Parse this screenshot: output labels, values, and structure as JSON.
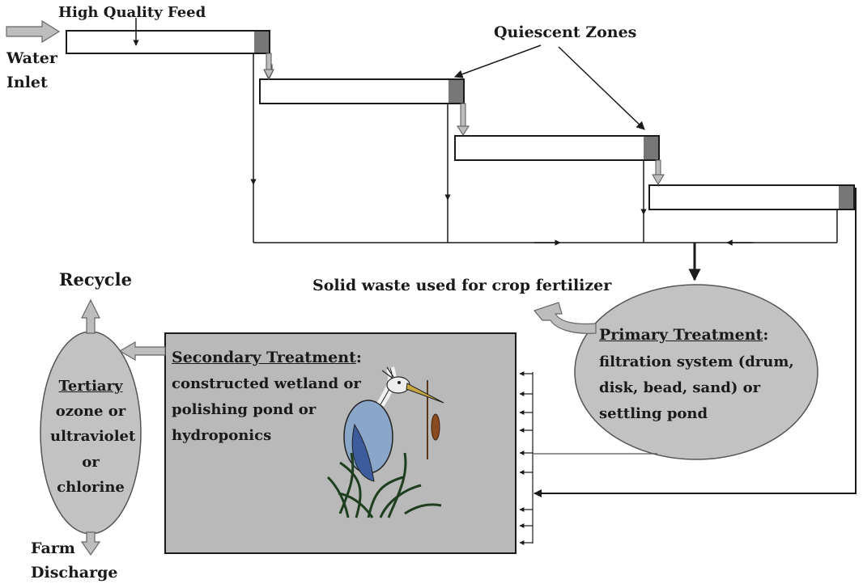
{
  "colors": {
    "line": "#1a1a1a",
    "box_fill": "#b9b9b9",
    "ellipse_fill": "#c2c2c2",
    "gate_fill": "#777777",
    "hollow_arrow_fill": "#bdbdbd",
    "tank_fill": "#ffffff"
  },
  "raceway": {
    "feed_label": "High Quality Feed",
    "inlet_line1": "Water",
    "inlet_line2": "Inlet",
    "quiescent_label": "Quiescent Zones"
  },
  "solid_waste_label": "Solid waste used for crop fertilizer",
  "primary": {
    "title": "Primary Treatment",
    "title_suffix": ":",
    "line1": "filtration system (drum,",
    "line2": "disk, bead, sand) or",
    "line3": "settling pond"
  },
  "secondary": {
    "title": "Secondary Treatment",
    "title_suffix": ":",
    "line1": "constructed wetland or",
    "line2": "polishing pond or",
    "line3": "hydroponics",
    "illustration": "heron-and-cattail-icon"
  },
  "tertiary": {
    "title": "Tertiary",
    "line1": "ozone or",
    "line2": "ultraviolet",
    "line3": "or",
    "line4": "chlorine"
  },
  "recycle_label": "Recycle",
  "discharge": {
    "line1": "Farm",
    "line2": "Discharge"
  }
}
